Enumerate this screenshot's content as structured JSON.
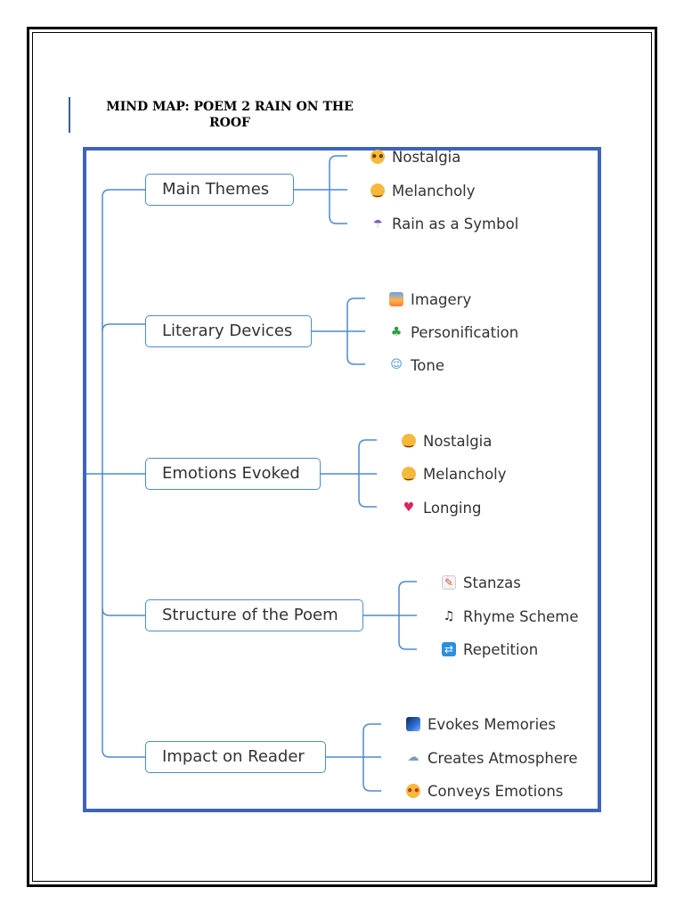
{
  "title": "MIND MAP: POEM 2 RAIN ON THE\nROOF",
  "colors": {
    "frame": "#3d63bf",
    "connector": "#4a8ad8",
    "text": "#333333"
  },
  "branches": [
    {
      "label": "Main Themes",
      "leaves": [
        {
          "label": "Nostalgia",
          "icon": "flushed-face-icon"
        },
        {
          "label": "Melancholy",
          "icon": "pensive-face-icon"
        },
        {
          "label": "Rain as a Symbol",
          "icon": "umbrella-rain-icon"
        }
      ]
    },
    {
      "label": "Literary Devices",
      "leaves": [
        {
          "label": "Imagery",
          "icon": "sunrise-picture-icon"
        },
        {
          "label": "Personification",
          "icon": "tree-icon"
        },
        {
          "label": "Tone",
          "icon": "theater-masks-icon"
        }
      ]
    },
    {
      "label": "Emotions Evoked",
      "leaves": [
        {
          "label": "Nostalgia",
          "icon": "relieved-face-icon"
        },
        {
          "label": "Melancholy",
          "icon": "pensive-face-icon"
        },
        {
          "label": "Longing",
          "icon": "broken-heart-icon"
        }
      ]
    },
    {
      "label": "Structure of the Poem",
      "leaves": [
        {
          "label": "Stanzas",
          "icon": "memo-pencil-icon"
        },
        {
          "label": "Rhyme Scheme",
          "icon": "musical-notes-icon"
        },
        {
          "label": "Repetition",
          "icon": "repeat-arrows-icon"
        }
      ]
    },
    {
      "label": "Impact on Reader",
      "leaves": [
        {
          "label": "Evokes Memories",
          "icon": "night-sky-icon"
        },
        {
          "label": "Creates Atmosphere",
          "icon": "cloud-rain-icon"
        },
        {
          "label": "Conveys Emotions",
          "icon": "weary-face-icon"
        }
      ]
    }
  ]
}
